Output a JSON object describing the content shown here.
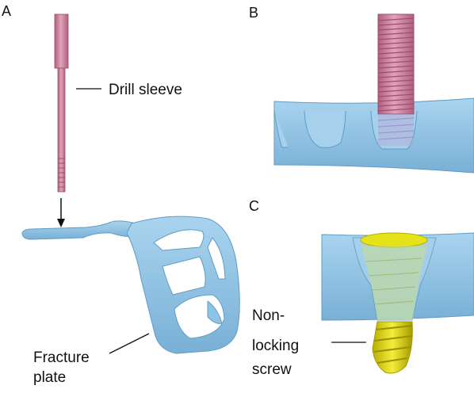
{
  "panels": [
    {
      "id": "A",
      "letter": "A"
    },
    {
      "id": "B",
      "letter": "B"
    },
    {
      "id": "C",
      "letter": "C"
    }
  ],
  "labels": {
    "drill_sleeve": "Drill sleeve",
    "fracture_plate": [
      "Fracture",
      "plate"
    ],
    "non_locking_screw": [
      "Non-",
      "locking",
      "screw"
    ]
  },
  "colors": {
    "sleeve": "#d98ca6",
    "sleeve_dark": "#b0607f",
    "plate": "#8ec3e6",
    "plate_dark": "#5f9cc4",
    "screw": "#e6e21a",
    "screw_dark": "#b8ae00"
  }
}
